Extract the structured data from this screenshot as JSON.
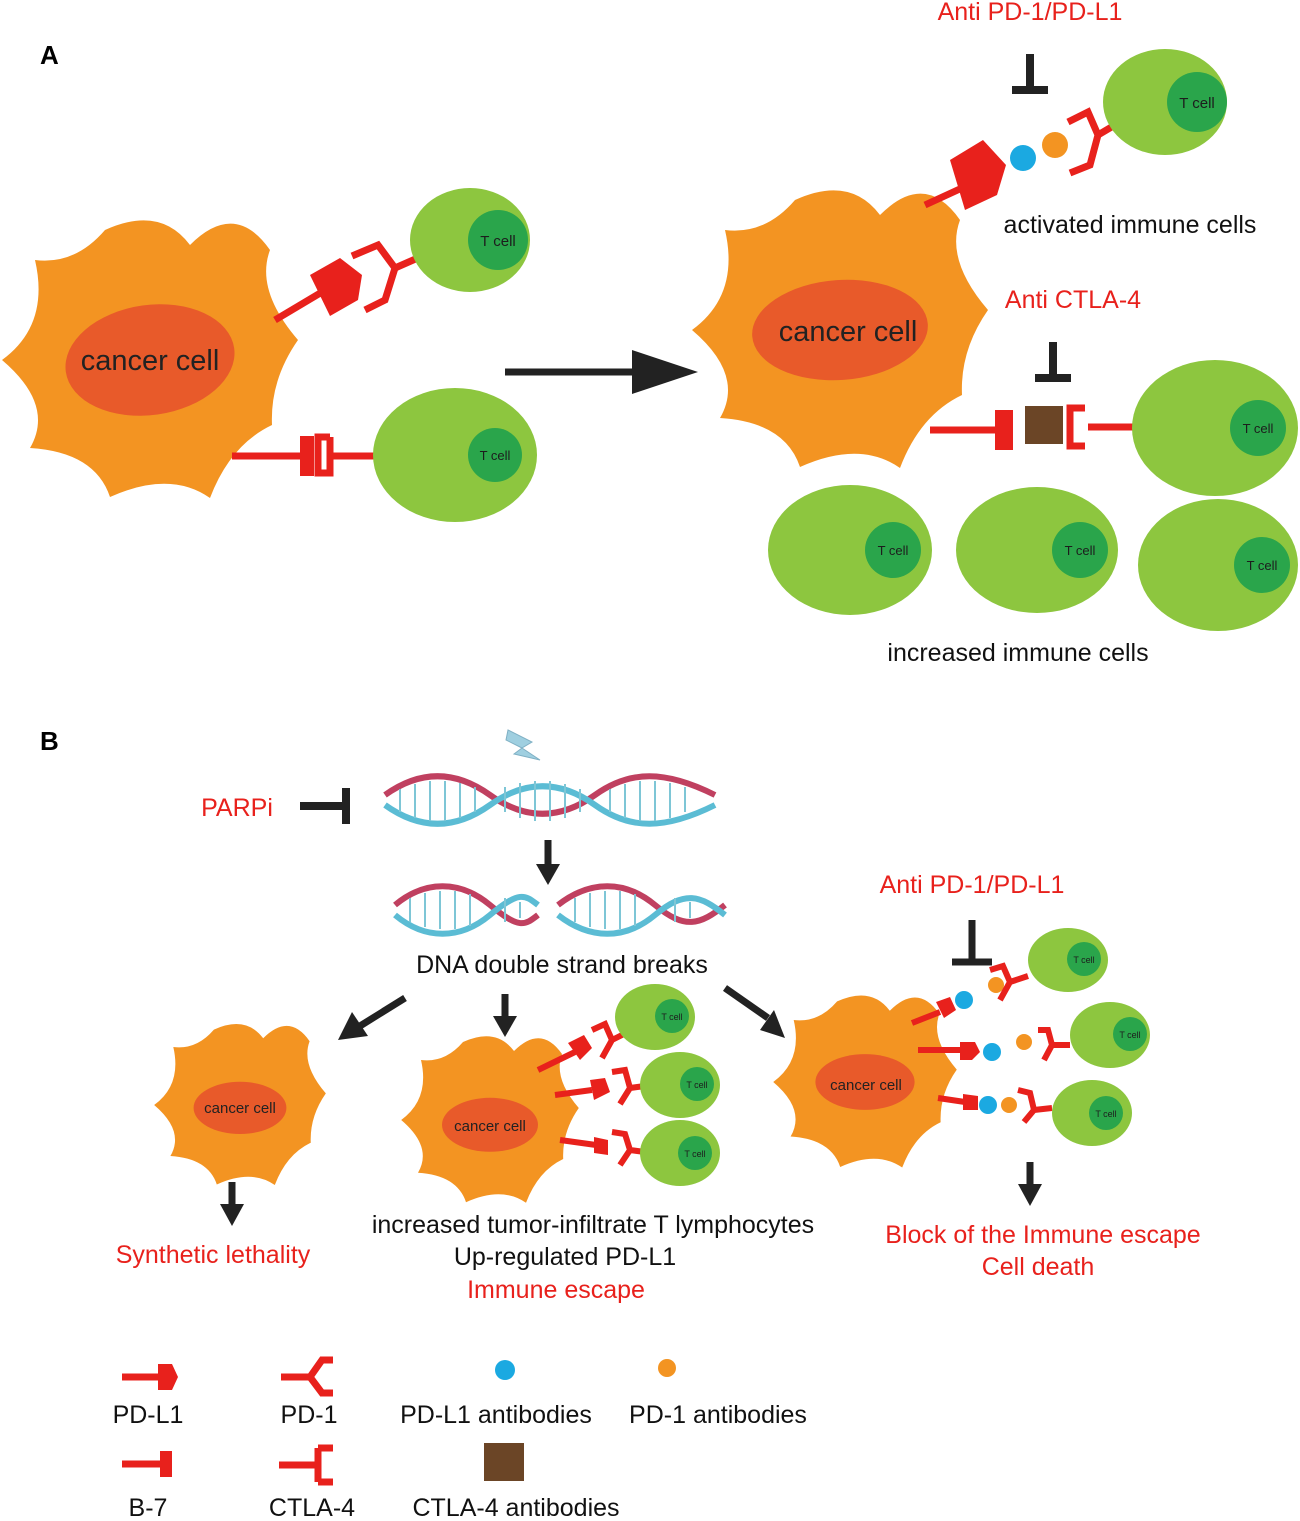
{
  "panels": {
    "a": "A",
    "b": "B"
  },
  "cells": {
    "cancer": "cancer cell",
    "t": "T cell"
  },
  "panel_a": {
    "drug_pd": "Anti PD-1/PD-L1",
    "drug_ctla": "Anti CTLA-4",
    "activated": "activated immune cells",
    "increased": "increased immune cells"
  },
  "panel_b": {
    "parpi": "PARPi",
    "dsb": "DNA double strand breaks",
    "synthetic": "Synthetic lethality",
    "mid_line1": "increased tumor-infiltrate T lymphocytes",
    "mid_line2": "Up-regulated PD-L1",
    "mid_line3": "Immune escape",
    "drug_pd": "Anti PD-1/PD-L1",
    "block1": "Block of the Immune escape",
    "block2": "Cell death"
  },
  "legend": {
    "pdl1": "PD-L1",
    "pd1": "PD-1",
    "pdl1_ab": "PD-L1 antibodies",
    "pd1_ab": "PD-1 antibodies",
    "b7": "B-7",
    "ctla4": "CTLA-4",
    "ctla4_ab": "CTLA-4 antibodies"
  },
  "colors": {
    "cancer": "#f39422",
    "nucleus": "#e85a2a",
    "tcell": "#8dc63f",
    "tnucleus": "#2aa54b",
    "receptor": "#e8211c",
    "pdl1_antibody": "#1ba9e1",
    "pd1_antibody": "#f39422",
    "ctla4_antibody": "#6b4526"
  }
}
